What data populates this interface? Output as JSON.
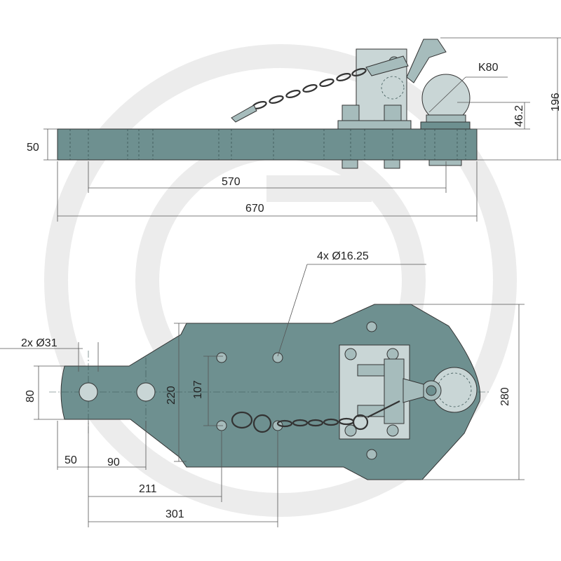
{
  "dimensions": {
    "side_view": {
      "thickness": "50",
      "hole_spacing": "570",
      "overall_length": "670",
      "total_height": "196",
      "ball_height": "46.2",
      "ball_label": "K80"
    },
    "top_view": {
      "mounting_holes": "4x Ø16.25",
      "eye_holes": "2x Ø31",
      "tongue_width": "80",
      "mid_width": "220",
      "hole_pitch_vertical": "107",
      "max_width": "280",
      "first_hole_offset": "50",
      "eye_hole_spacing": "90",
      "to_first_mount_hole": "211",
      "to_second_mount_hole": "301"
    }
  },
  "colors": {
    "metal": "#6e9090",
    "metal_light": "#a6bcbc",
    "dimension_line": "#555555",
    "watermark": "#ececec"
  }
}
